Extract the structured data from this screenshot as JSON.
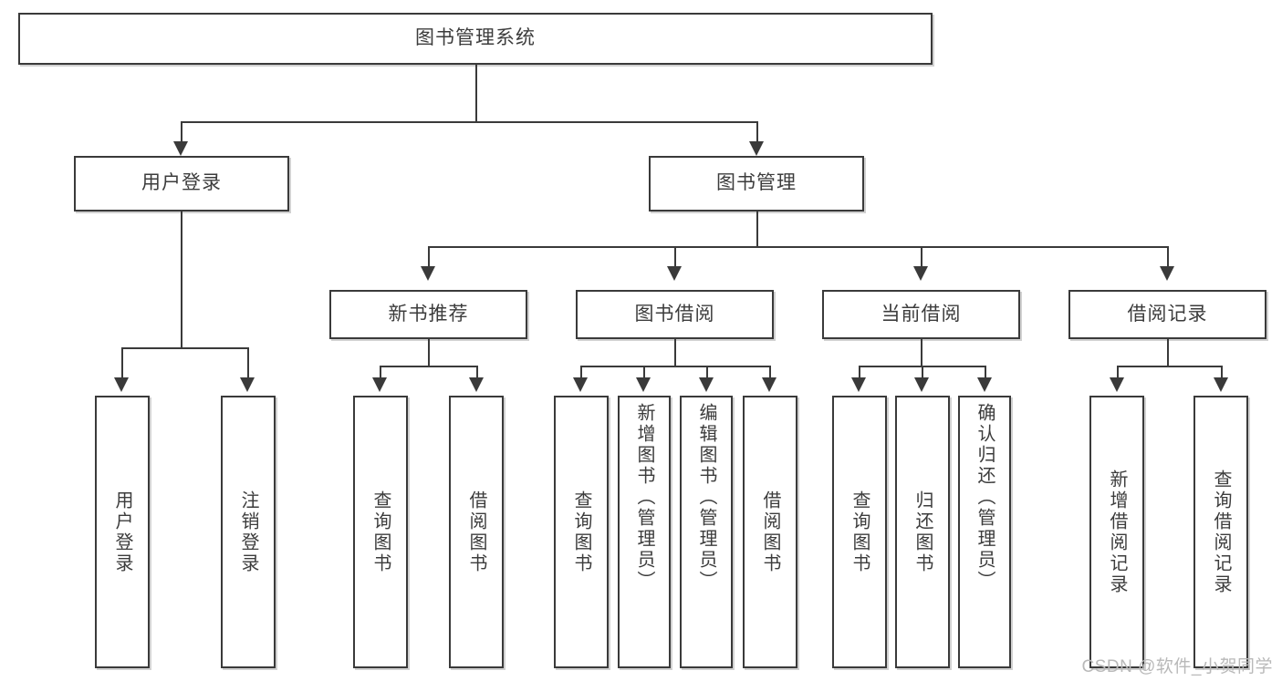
{
  "diagram": {
    "type": "tree",
    "title": "图书管理系统",
    "watermark": "CSDN @软件_小贺同学",
    "colors": {
      "box_border": "#3a3a3a",
      "box_fill": "#ffffff",
      "text": "#3c3c3c",
      "connector": "#3a3a3a",
      "watermark": "#b9b9b9"
    },
    "levels": {
      "root": {
        "label": "图书管理系统"
      },
      "level2": [
        {
          "label": "用户登录"
        },
        {
          "label": "图书管理"
        }
      ],
      "level3": [
        {
          "label": "新书推荐"
        },
        {
          "label": "图书借阅"
        },
        {
          "label": "当前借阅"
        },
        {
          "label": "借阅记录"
        }
      ],
      "leaves": {
        "user_login": [
          {
            "label": "用户登录"
          },
          {
            "label": "注销登录"
          }
        ],
        "new_book": [
          {
            "label": "查询图书"
          },
          {
            "label": "借阅图书"
          }
        ],
        "book_borrow": [
          {
            "label": "查询图书"
          },
          {
            "label": "新增图书（管理员）"
          },
          {
            "label": "编辑图书（管理员）"
          },
          {
            "label": "借阅图书"
          }
        ],
        "current_borrow": [
          {
            "label": "查询图书"
          },
          {
            "label": "归还图书"
          },
          {
            "label": "确认归还（管理员）"
          }
        ],
        "borrow_record": [
          {
            "label": "新增借阅记录"
          },
          {
            "label": "查询借阅记录"
          }
        ]
      }
    }
  }
}
